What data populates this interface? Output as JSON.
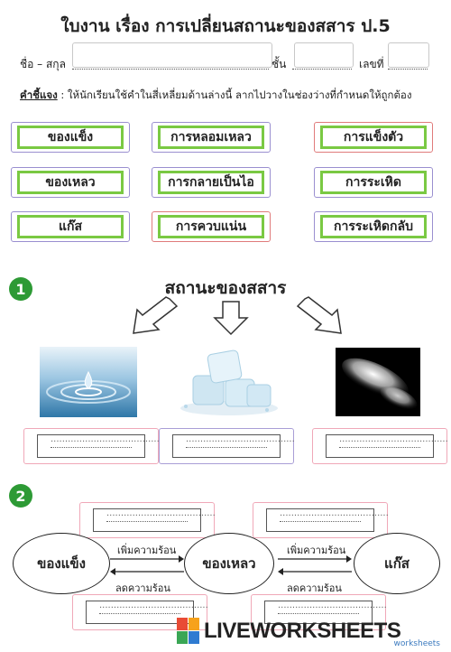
{
  "header": {
    "title": "ใบงาน เรื่อง การเปลี่ยนสถานะของสสาร ป.5",
    "name_label": "ชื่อ – สกุล",
    "class_label": "ชั้น",
    "number_label": "เลขที่"
  },
  "instruction": {
    "label": "คำชี้แจง",
    "text": " : ให้นักเรียนใช้คำในสี่เหลี่ยมด้านล่างนี้ ลากไปวางในช่องว่างที่กำหนดให้ถูกต้อง"
  },
  "word_bank": [
    "ของแข็ง",
    "การหลอมเหลว",
    "การแข็งตัว",
    "ของเหลว",
    "การกลายเป็นไอ",
    "การระเหิด",
    "แก๊ส",
    "การควบแน่น",
    "การระเหิดกลับ"
  ],
  "section1": {
    "number": "1",
    "title": "สถานะของสสาร",
    "blanks": [
      "......................................",
      "......................................",
      "......................................"
    ]
  },
  "section2": {
    "number": "2",
    "states": [
      "ของแข็ง",
      "ของเหลว",
      "แก๊ส"
    ],
    "heat_add": "เพิ่มความร้อน",
    "heat_remove": "ลดความร้อน",
    "blanks": [
      "......................................",
      "......................................",
      "......................................",
      "......................................"
    ]
  },
  "footer": {
    "brand_live": "LIVE",
    "brand_main": "LIVEWORKSHEETS",
    "brand_sub": "worksheets"
  },
  "colors": {
    "accent_green": "#7ac943",
    "badge_green": "#2d9a35",
    "card_border_purple": "#9a8fd0",
    "card_border_red": "#e07b7b"
  }
}
